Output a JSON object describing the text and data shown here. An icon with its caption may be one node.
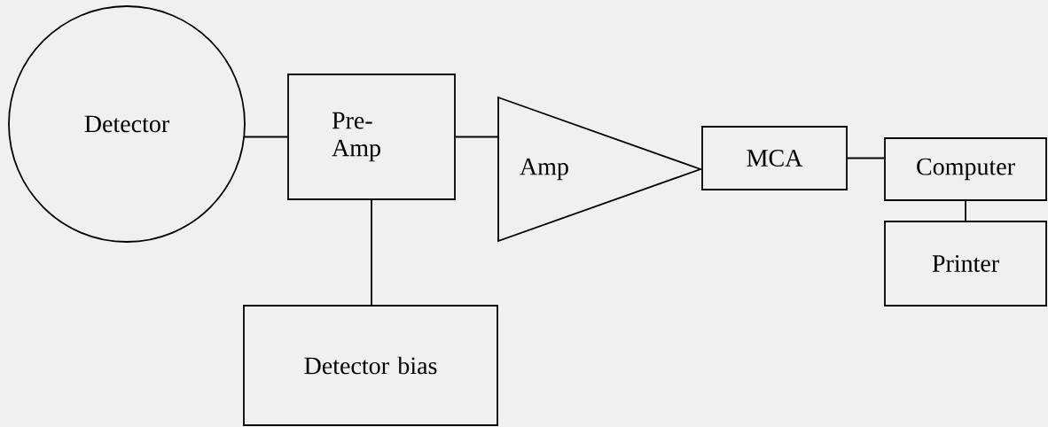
{
  "diagram": {
    "nodes": [
      {
        "text": [
          "Detector"
        ]
      },
      {
        "text": [
          "Pre- Amp"
        ]
      },
      {
        "text": [
          "Amp"
        ]
      },
      {
        "text": [
          "MCA"
        ]
      },
      {
        "text": [
          "Computer"
        ]
      },
      {
        "text": [
          "Printer"
        ]
      },
      {
        "text": [
          "Detector bias"
        ]
      }
    ],
    "edges": [
      {
        "from": 0,
        "to": 1,
        "arrow": "none"
      },
      {
        "from": 1,
        "to": 2,
        "arrow": "none"
      },
      {
        "from": 3,
        "to": 4,
        "arrow": "none"
      },
      {
        "from": 4,
        "to": 5,
        "arrow": "none"
      },
      {
        "from": 1,
        "to": 6,
        "arrow": "none"
      }
    ]
  }
}
